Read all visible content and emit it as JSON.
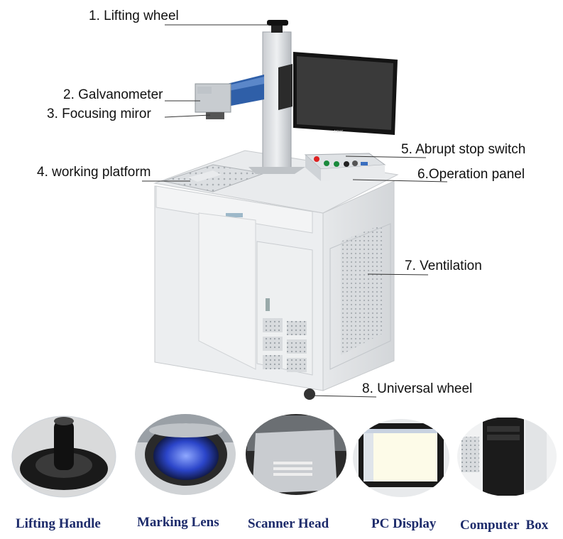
{
  "callouts": {
    "c1": "1. Lifting wheel",
    "c2": "2. Galvanometer",
    "c3": "3. Focusing miror",
    "c4": "4. working platform",
    "c5": "5. Abrupt stop switch",
    "c6": "6.Operation panel",
    "c7": "7. Ventilation",
    "c8": "8. Universal wheel"
  },
  "monitor_brand": "ASUS",
  "details": [
    {
      "caption": "Lifting Handle"
    },
    {
      "caption": "Marking Lens"
    },
    {
      "caption": "Scanner Head"
    },
    {
      "caption": "PC Display"
    },
    {
      "caption": "Computer  Box"
    }
  ],
  "colors": {
    "caption_text": "#1d2b6b",
    "cabinet": "#eceef0",
    "blue_arm": "#2f5fa8"
  }
}
